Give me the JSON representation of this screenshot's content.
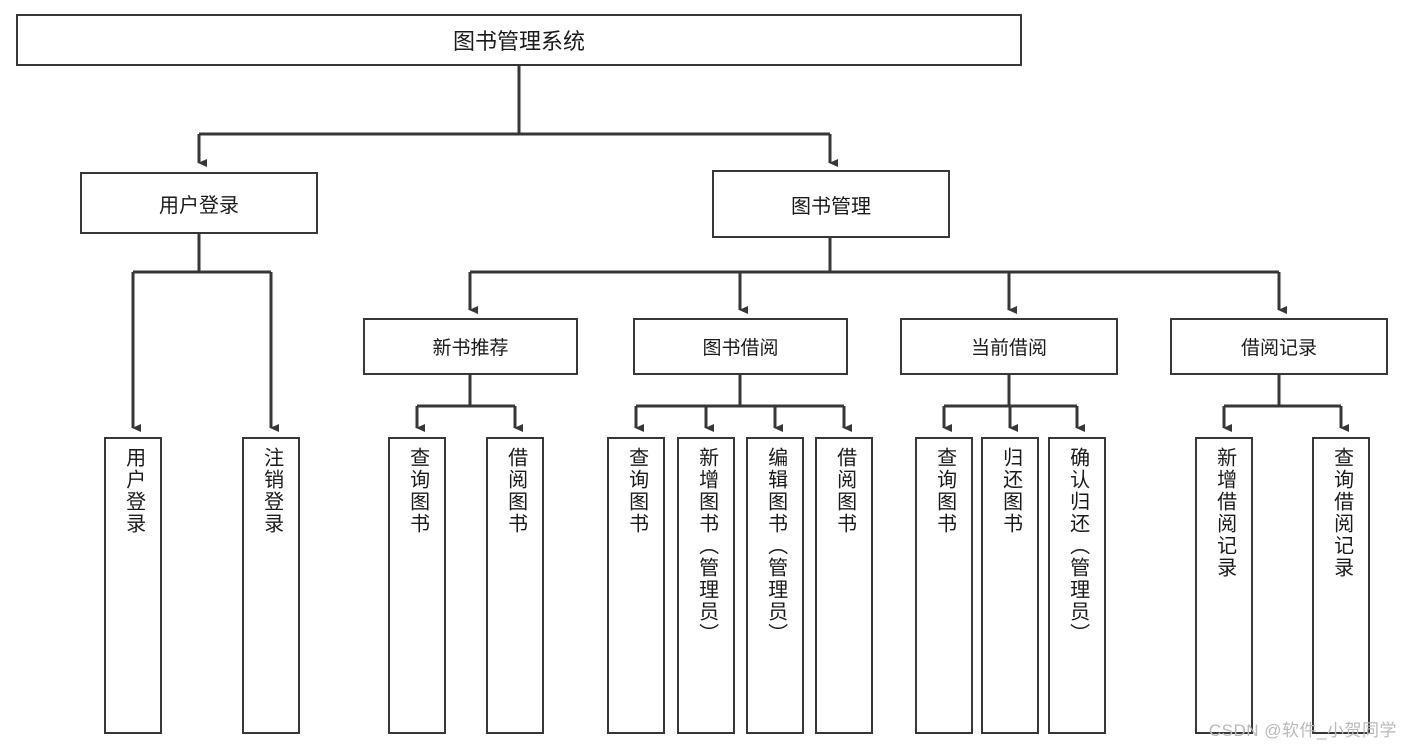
{
  "diagram": {
    "title": "图书管理系统",
    "type": "tree-hierarchy",
    "background_color": "#ffffff",
    "line_color": "#37373a",
    "box_border_color": "#37373a",
    "box_fill_color": "#ffffff",
    "text_color": "#1a1a1a"
  },
  "root": {
    "label": "图书管理系统"
  },
  "level2": [
    {
      "label": "用户登录"
    },
    {
      "label": "图书管理"
    }
  ],
  "level3": [
    {
      "label": "新书推荐"
    },
    {
      "label": "图书借阅"
    },
    {
      "label": "当前借阅"
    },
    {
      "label": "借阅记录"
    }
  ],
  "leaves": {
    "user_login": [
      {
        "label": "用户登录"
      },
      {
        "label": "注销登录"
      }
    ],
    "new_book_recommend": [
      {
        "label": "查询图书"
      },
      {
        "label": "借阅图书"
      }
    ],
    "book_borrow": [
      {
        "label": "查询图书"
      },
      {
        "label": "新增图书（管理员）"
      },
      {
        "label": "编辑图书（管理员）"
      },
      {
        "label": "借阅图书"
      }
    ],
    "current_borrow": [
      {
        "label": "查询图书"
      },
      {
        "label": "归还图书"
      },
      {
        "label": "确认归还（管理员）"
      }
    ],
    "borrow_records": [
      {
        "label": "新增借阅记录"
      },
      {
        "label": "查询借阅记录"
      }
    ]
  },
  "watermark": {
    "text": "CSDN @软件_小贺同学"
  }
}
